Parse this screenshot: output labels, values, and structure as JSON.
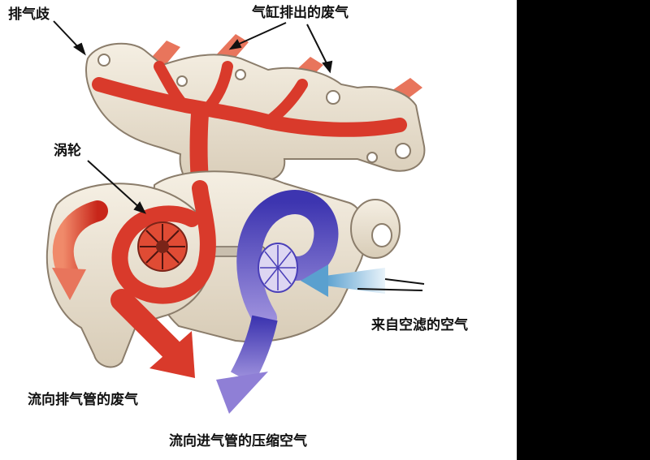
{
  "labels": {
    "exhaust_manifold": "排气歧",
    "cylinder_exhaust": "气缸排出的废气",
    "turbine": "涡轮",
    "air_from_filter": "来自空滤的空气",
    "to_exhaust_pipe": "流向排气管的废气",
    "to_intake_pipe": "流向进气管的压缩空气"
  },
  "colors": {
    "exhaust_flow": "#d93a2b",
    "exhaust_flow_light": "#e8755c",
    "intake_flow": "#4a3fb8",
    "intake_flow_light": "#8f7fd6",
    "filter_air": "#7fb7d9",
    "housing": "#efe6d6",
    "housing_edge": "#8b7d6b",
    "background_panel": "#ffffff",
    "background_outer": "#000000"
  }
}
